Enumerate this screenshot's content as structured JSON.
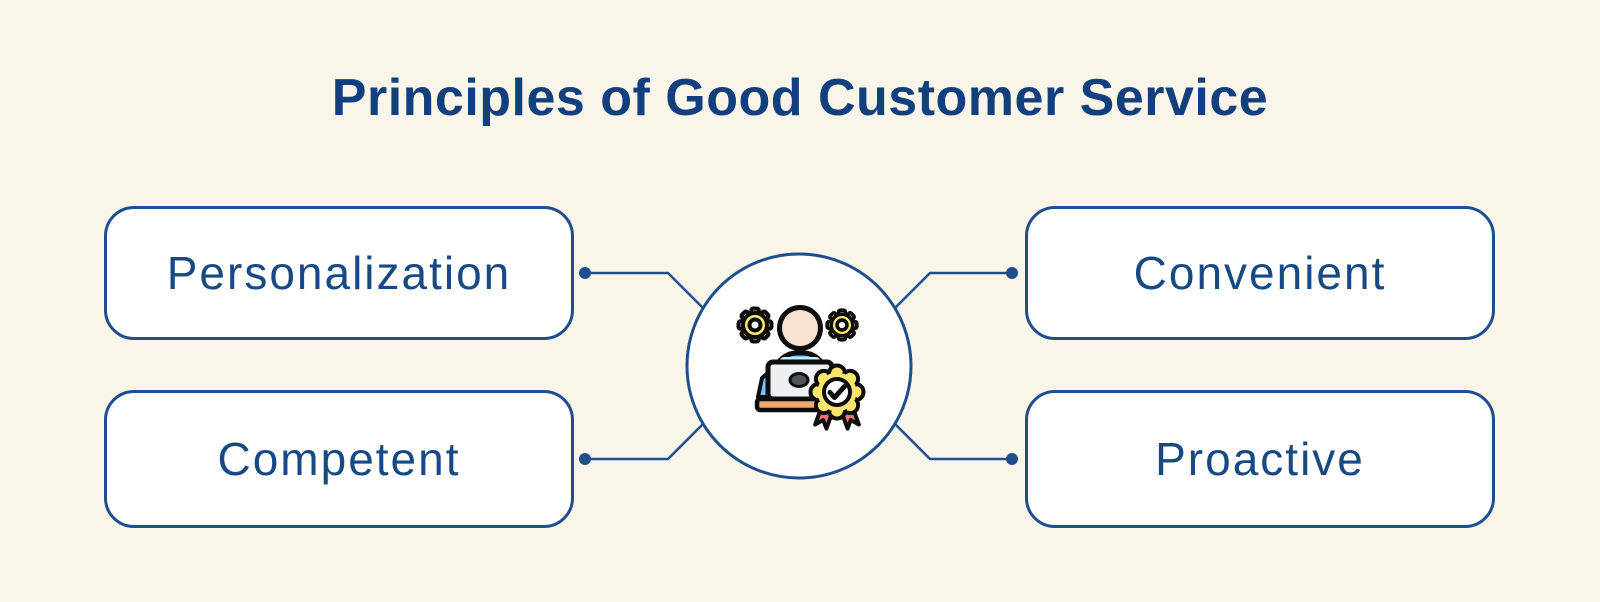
{
  "title": "Principles of Good Customer Service",
  "colors": {
    "background": "#FAF5E9",
    "title_text": "#123F7D",
    "node_text": "#174A85",
    "node_border": "#1F4E8D",
    "node_fill": "#FFFFFF",
    "connector_line": "#1F4E8D",
    "icon_outline": "#0D0D0D",
    "icon_yellow": "#FAE66E",
    "icon_ribbon_red": "#F8747C",
    "icon_skin": "#F9E2D2",
    "icon_shirt_blue": "#7EC3F5",
    "icon_shirt_highlight": "#C8E9FD",
    "icon_laptop_gray": "#EDEFF2",
    "icon_laptop_logo": "#4E545A",
    "icon_desk_tan": "#F2A76E"
  },
  "diagram": {
    "center": {
      "icon": "customer-service-agent-icon"
    },
    "nodes": [
      {
        "id": "personalization",
        "label": "Personalization",
        "position": "top-left"
      },
      {
        "id": "convenient",
        "label": "Convenient",
        "position": "top-right"
      },
      {
        "id": "competent",
        "label": "Competent",
        "position": "bottom-left"
      },
      {
        "id": "proactive",
        "label": "Proactive",
        "position": "bottom-right"
      }
    ]
  }
}
